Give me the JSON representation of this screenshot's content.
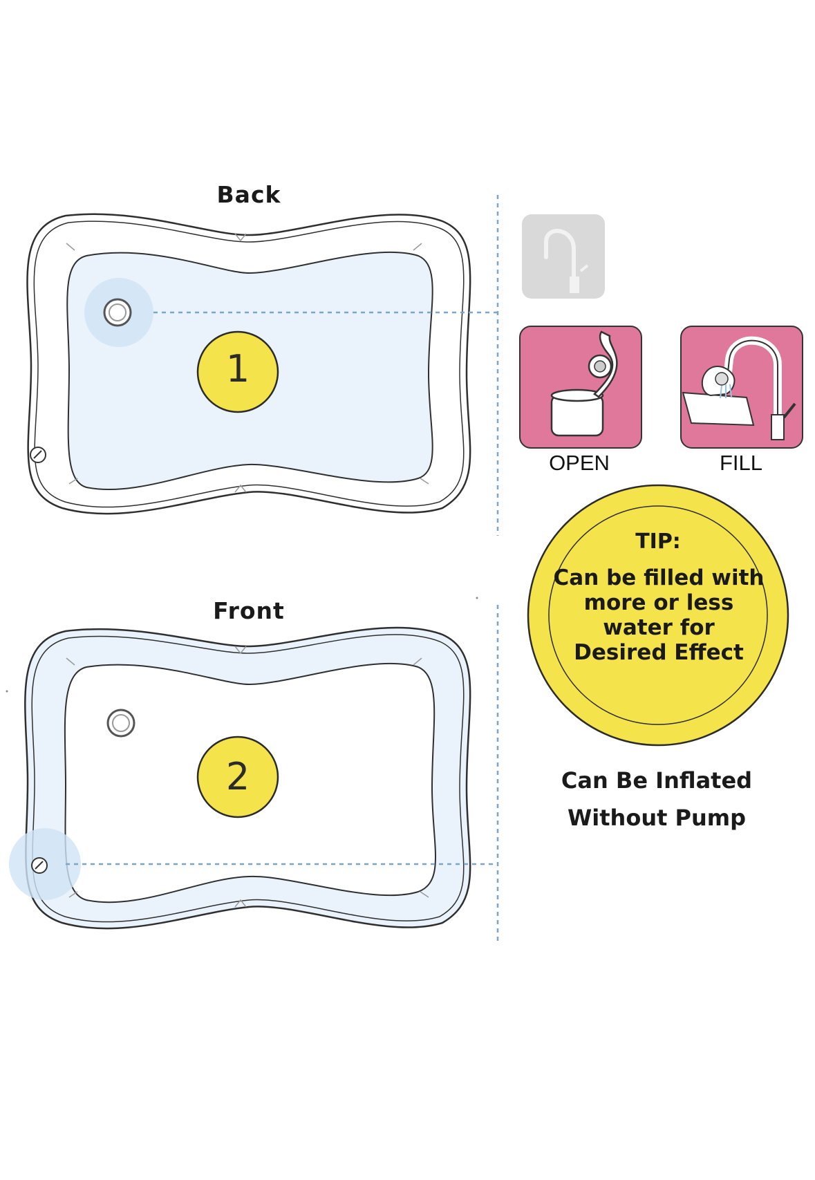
{
  "panels": {
    "back": {
      "title": "Back",
      "step_number": "1"
    },
    "front": {
      "title": "Front",
      "step_number": "2"
    }
  },
  "steps": {
    "open": {
      "label": "OPEN"
    },
    "fill": {
      "label": "FILL"
    }
  },
  "tip": {
    "heading": "TIP:",
    "body": "Can be filled with more or less water for Desired Effect"
  },
  "note": "Can Be Inflated Without Pump",
  "colors": {
    "mat_fill": "#eaf3fb",
    "outline": "#2f2f2f",
    "valve_highlight": "#cfe3f5",
    "dashed_line": "#7aa6c8",
    "step_badge": "#f4e34a",
    "step_card": "#e0789b",
    "ghost_card": "#d9d9d9",
    "tip_circle": "#f4e34a"
  },
  "icons": [
    "faucet-icon",
    "valve-open-icon",
    "faucet-fill-icon",
    "valve-icon"
  ]
}
